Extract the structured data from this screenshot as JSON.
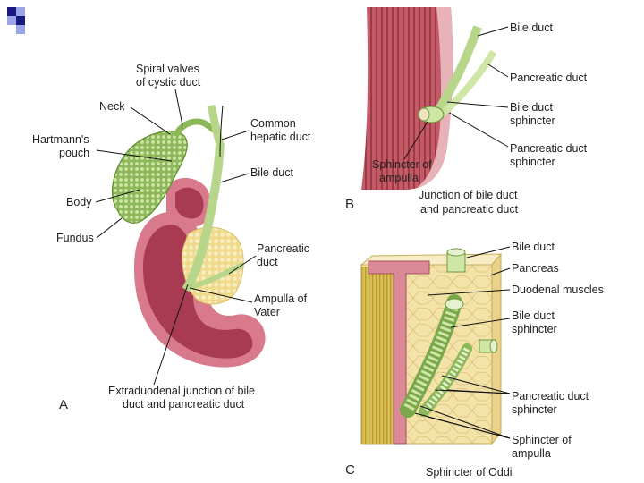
{
  "colors": {
    "bullet_dark": "#1a1a80",
    "bullet_light": "#9aa6e6",
    "duct_green": "#b8d68a",
    "duct_green_dark": "#6f9a3c",
    "gallbladder_green": "#8cb85a",
    "duodenum_pink": "#d97a8c",
    "duodenum_inner": "#a83a52",
    "muscle_red": "#b84a56",
    "pancreas_yellow": "#efd98a",
    "pancreas_wall": "#d9c060"
  },
  "panels": {
    "a": {
      "letter": "A",
      "labels": {
        "spiral_valves_1": "Spiral valves",
        "spiral_valves_2": "of cystic duct",
        "neck": "Neck",
        "common_hepatic_1": "Common",
        "common_hepatic_2": "hepatic duct",
        "hartmann_1": "Hartmann's",
        "hartmann_2": "pouch",
        "bile_duct": "Bile duct",
        "body": "Body",
        "fundus": "Fundus",
        "pancreatic_duct_1": "Pancreatic",
        "pancreatic_duct_2": "duct",
        "ampulla_1": "Ampulla of",
        "ampulla_2": "Vater",
        "extraduodenal_1": "Extraduodenal junction of bile",
        "extraduodenal_2": "duct and pancreatic duct"
      }
    },
    "b": {
      "letter": "B",
      "labels": {
        "bile_duct": "Bile duct",
        "pancreatic_duct": "Pancreatic duct",
        "bile_duct_sphincter_1": "Bile duct",
        "bile_duct_sphincter_2": "sphincter",
        "pancreatic_duct_sphincter_1": "Pancreatic duct",
        "pancreatic_duct_sphincter_2": "sphincter",
        "sphincter_ampulla_1": "Sphincter of",
        "sphincter_ampulla_2": "ampulla",
        "caption_1": "Junction of bile duct",
        "caption_2": "and pancreatic duct"
      }
    },
    "c": {
      "letter": "C",
      "labels": {
        "bile_duct": "Bile duct",
        "pancreas": "Pancreas",
        "duodenal_muscles": "Duodenal muscles",
        "bile_duct_sphincter_1": "Bile duct",
        "bile_duct_sphincter_2": "sphincter",
        "pancreatic_duct_sphincter_1": "Pancreatic duct",
        "pancreatic_duct_sphincter_2": "sphincter",
        "sphincter_ampulla_1": "Sphincter of",
        "sphincter_ampulla_2": "ampulla",
        "caption": "Sphincter of Oddi"
      }
    }
  }
}
